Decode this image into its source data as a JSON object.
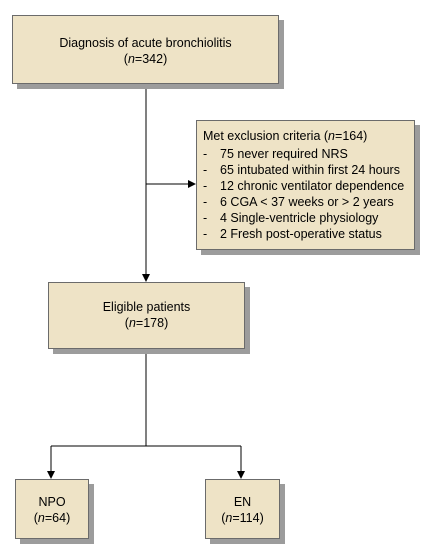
{
  "diagnosis": {
    "title": "Diagnosis of acute bronchiolitis",
    "n": "342"
  },
  "exclusion": {
    "title": "Met exclusion criteria",
    "n": "164",
    "items": [
      "75 never required NRS",
      "65 intubated within first 24 hours",
      "12 chronic ventilator dependence",
      "6 CGA < 37 weeks or > 2 years",
      "4 Single-ventricle physiology",
      "2 Fresh post-operative status"
    ]
  },
  "eligible": {
    "title": "Eligible patients",
    "n": "178"
  },
  "npo": {
    "title": "NPO",
    "n": "64"
  },
  "en": {
    "title": "EN",
    "n": "114"
  },
  "labels": {
    "n_prefix": "n",
    "equals": "="
  }
}
